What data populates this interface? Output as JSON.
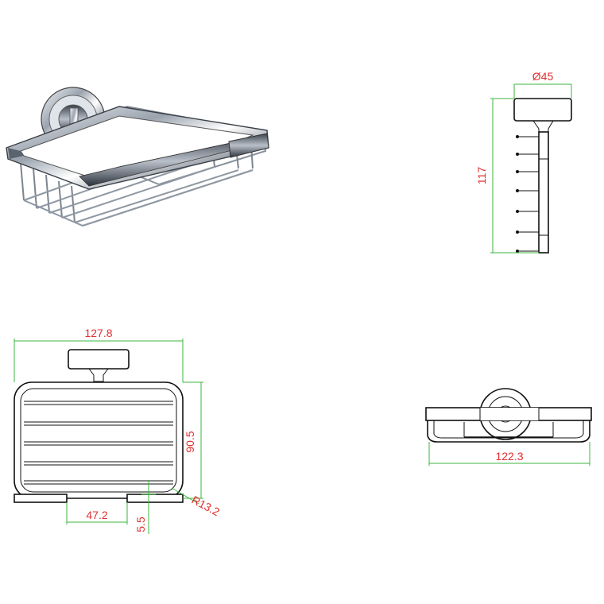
{
  "drawing": {
    "product": "wall-mounted soap basket",
    "colors": {
      "dimension_text": "#e03030",
      "dimension_line": "#3cb43c",
      "outline": "#111111",
      "chrome": "#c9ced6"
    },
    "dimensions": {
      "top_width": "127.8",
      "height_basket": "90.5",
      "bottom_gap": "47.2",
      "foot_height": "5.5",
      "corner_radius": "R13.2",
      "side_height": "117",
      "flange_diameter": "Ø45",
      "bottom_width": "122.3"
    }
  }
}
